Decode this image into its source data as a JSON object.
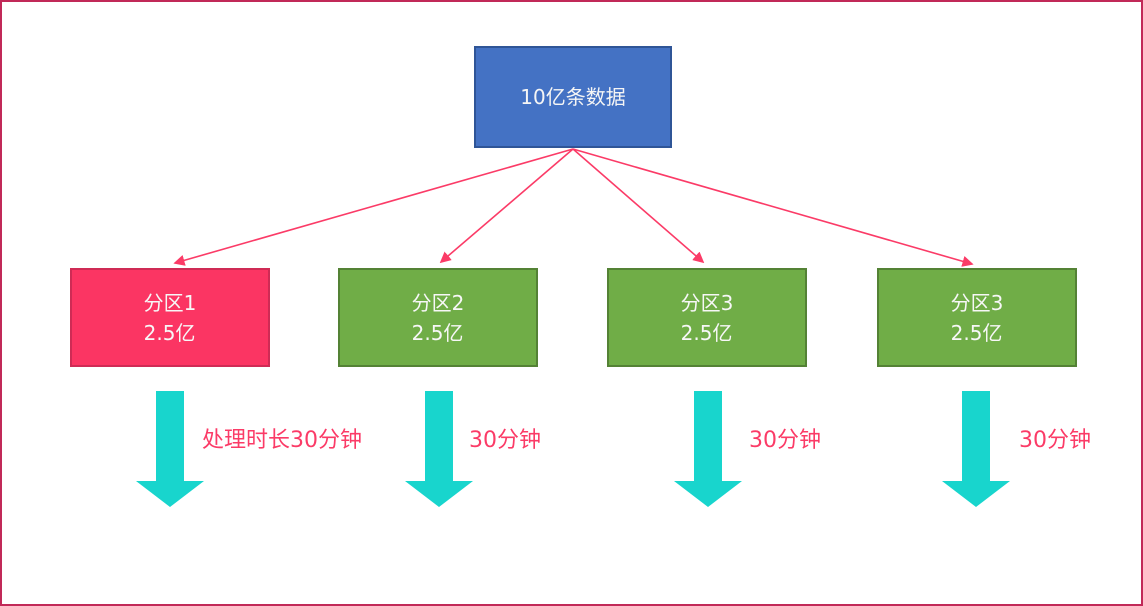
{
  "canvas": {
    "background": "#ffffff",
    "border_color": "#c12958"
  },
  "root": {
    "label": "10亿条数据",
    "fill": "#4472c4",
    "border_color": "#2f5597",
    "text_color": "#f5f5f5"
  },
  "partitions": [
    {
      "name": "分区1",
      "size": "2.5亿",
      "fill": "#fb3563",
      "border_color": "#cf2b55"
    },
    {
      "name": "分区2",
      "size": "2.5亿",
      "fill": "#70ad47",
      "border_color": "#548235"
    },
    {
      "name": "分区3",
      "size": "2.5亿",
      "fill": "#70ad47",
      "border_color": "#548235"
    },
    {
      "name": "分区3",
      "size": "2.5亿",
      "fill": "#70ad47",
      "border_color": "#548235"
    }
  ],
  "durations": [
    {
      "label": "处理时长30分钟"
    },
    {
      "label": "30分钟"
    },
    {
      "label": "30分钟"
    },
    {
      "label": "30分钟"
    }
  ],
  "styles": {
    "connector_color": "#fb3b67",
    "down_arrow_color": "#18d5cd",
    "label_color": "#fb3b67"
  }
}
